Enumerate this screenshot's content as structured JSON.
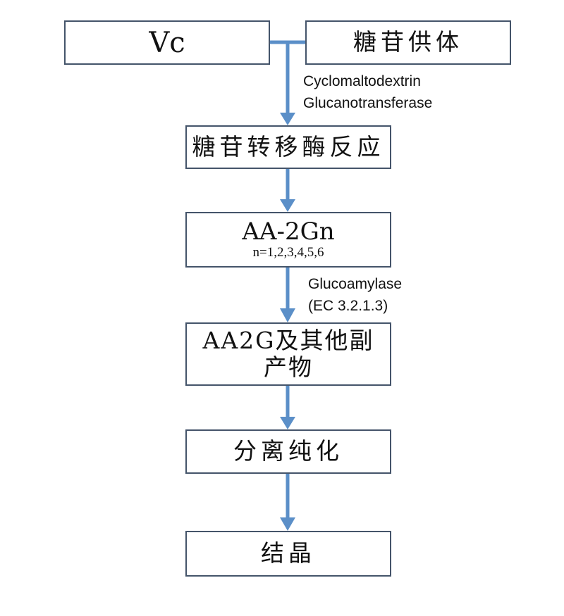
{
  "nodes": {
    "vc": "Vc",
    "glycoside_donor": "糖苷供体",
    "enzyme_reaction": "糖苷转移酶反应",
    "aa2gn": "AA-2Gn",
    "aa2gn_sub": "n=1,2,3,4,5,6",
    "aa2g_line1": "AA2G及其他副",
    "aa2g_line2": "产物",
    "purification": "分离纯化",
    "crystallization": "结晶"
  },
  "edge_labels": {
    "enzyme1_line1": "Cyclomaltodextrin",
    "enzyme1_line2": "Glucanotransferase",
    "enzyme2_line1": "Glucoamylase",
    "enzyme2_line2": "(EC 3.2.1.3)"
  },
  "colors": {
    "arrow": "#5b8fc8",
    "border": "#44546a"
  }
}
